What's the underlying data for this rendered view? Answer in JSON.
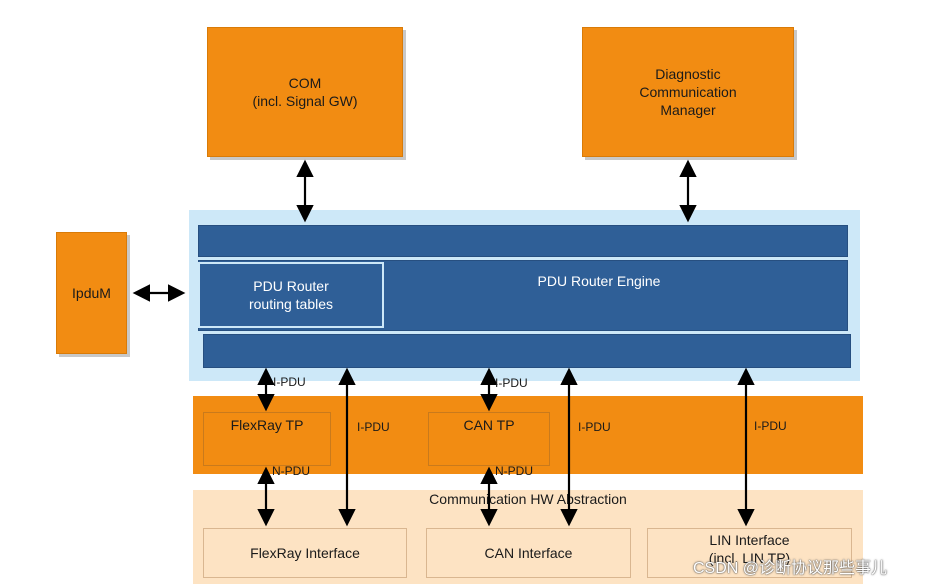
{
  "blocks": {
    "com": "COM\n(incl. Signal GW)",
    "dcm": "Diagnostic\nCommunication\nManager",
    "ipdum": "IpduM"
  },
  "pdu_router": {
    "routing_tables": "PDU Router\nrouting tables",
    "engine": "PDU Router Engine"
  },
  "tp_layer": {
    "flexray_tp": "FlexRay TP",
    "can_tp": "CAN TP"
  },
  "hw_abstraction": {
    "title": "Communication HW Abstraction",
    "flexray_if": "FlexRay Interface",
    "can_if": "CAN Interface",
    "lin_if": "LIN Interface\n(incl. LIN TP)"
  },
  "arrow_labels": {
    "ipdu": "I-PDU",
    "npdu": "N-PDU"
  },
  "watermark": "CSDN @诊断协议那些事儿",
  "colors": {
    "orange": "#f28c12",
    "blue": "#2f5f97",
    "light_blue": "#cde8f8",
    "peach": "#fde3c3"
  }
}
